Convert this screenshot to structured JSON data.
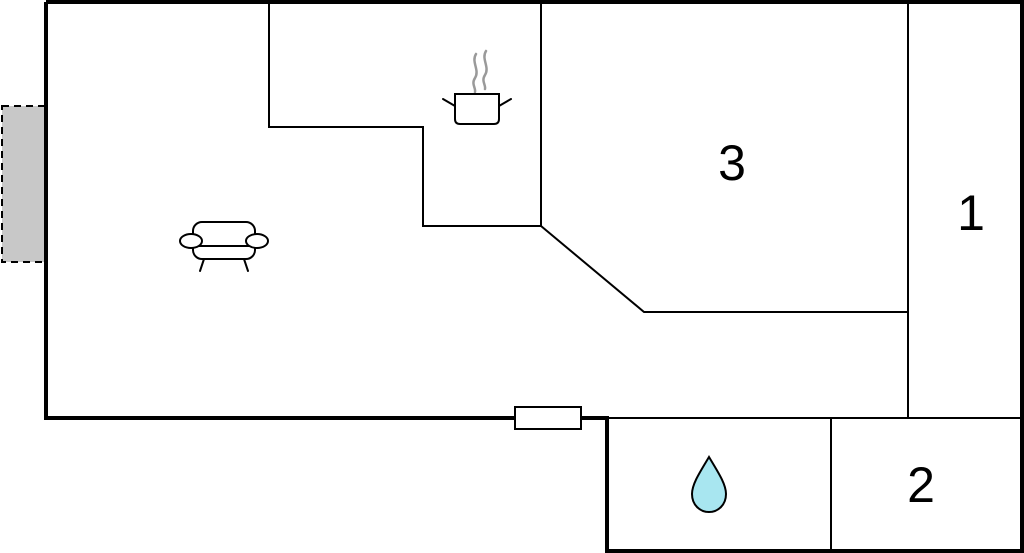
{
  "rooms": [
    {
      "id": "room-1",
      "label": "1"
    },
    {
      "id": "room-2",
      "label": "2"
    },
    {
      "id": "room-3",
      "label": "3"
    }
  ],
  "icons": {
    "living": "sofa-icon",
    "kitchen": "cooking-pot-icon",
    "bathroom": "water-drop-icon"
  },
  "colors": {
    "wall": "#000000",
    "background": "#ffffff",
    "balcony": "#c8c8c8",
    "water": "#a8e6f0",
    "steam": "#9a9a9a"
  }
}
